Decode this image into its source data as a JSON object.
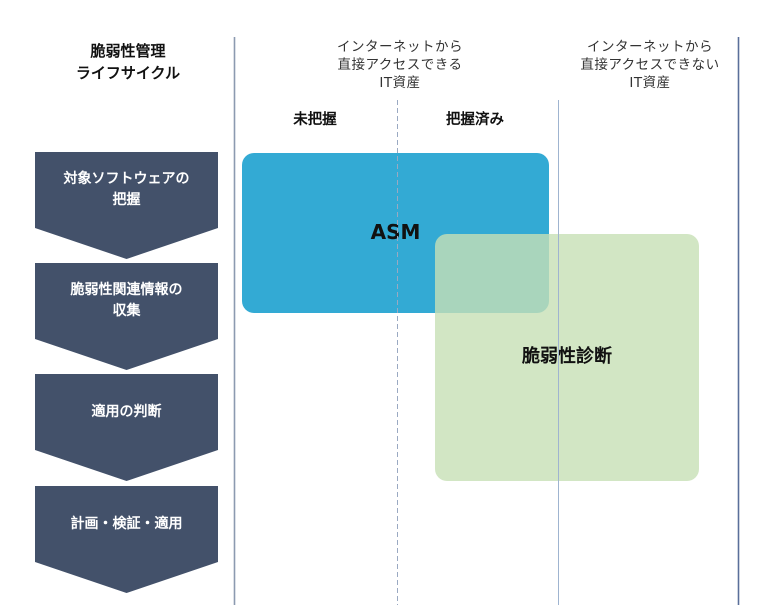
{
  "lifecycle": {
    "title_line1": "脆弱性管理",
    "title_line2": "ライフサイクル",
    "steps": [
      {
        "line1": "対象ソフトウェアの",
        "line2": "把握"
      },
      {
        "line1": "脆弱性関連情報の",
        "line2": "収集"
      },
      {
        "line1": "適用の判断",
        "line2": ""
      },
      {
        "line1": "計画・検証・適用",
        "line2": ""
      }
    ],
    "step_color": "#43516A"
  },
  "columns": {
    "internet_facing": {
      "line1": "インターネットから",
      "line2": "直接アクセスできる",
      "line3": "IT資産",
      "sub_unknown": "未把握",
      "sub_known": "把握済み"
    },
    "internal": {
      "line1": "インターネットから",
      "line2": "直接アクセスできない",
      "line3": "IT資産"
    }
  },
  "regions": {
    "asm": {
      "label": "ASM",
      "color": "#33AAD4"
    },
    "vuln_scan": {
      "label": "脆弱性診断",
      "color": "#D3E6C5"
    }
  },
  "line_color": "#7F93B5"
}
